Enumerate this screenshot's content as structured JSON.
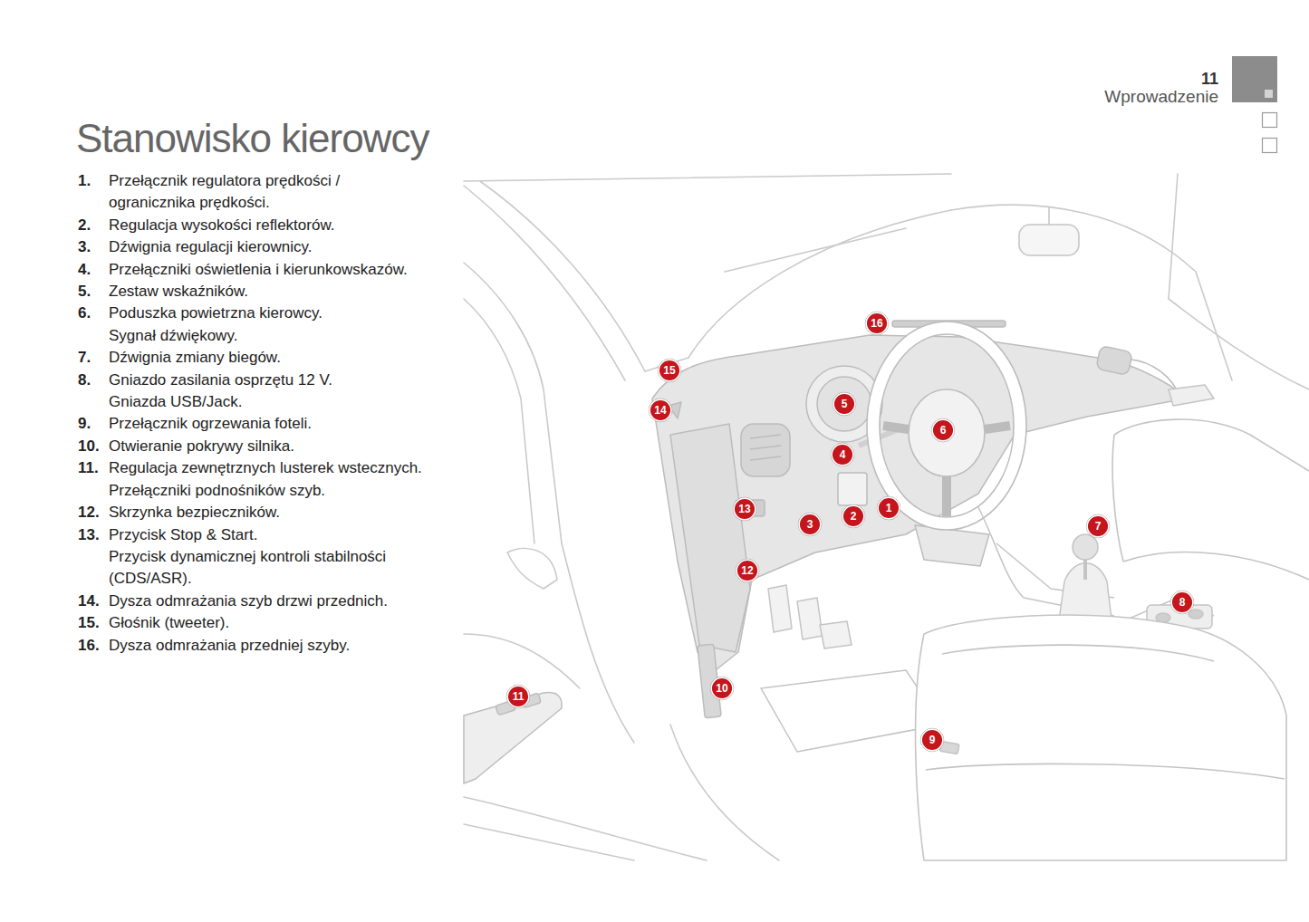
{
  "diagram": {
    "title": "Stanowisko kierowcy",
    "nodes": [
      {
        "text": [
          "1"
        ]
      },
      {
        "text": [
          "2"
        ]
      },
      {
        "text": [
          "3"
        ]
      },
      {
        "text": [
          "4"
        ]
      },
      {
        "text": [
          "5"
        ]
      },
      {
        "text": [
          "6"
        ]
      },
      {
        "text": [
          "7"
        ]
      },
      {
        "text": [
          "8"
        ]
      },
      {
        "text": [
          "9"
        ]
      },
      {
        "text": [
          "10"
        ]
      },
      {
        "text": [
          "11"
        ]
      },
      {
        "text": [
          "12"
        ]
      },
      {
        "text": [
          "13"
        ]
      },
      {
        "text": [
          "14"
        ]
      },
      {
        "text": [
          "15"
        ]
      },
      {
        "text": [
          "16"
        ]
      }
    ],
    "labels": [
      "11",
      "Wprowadzenie",
      "1.",
      "Przełącznik regulatora prędkości / ogranicznika prędkości.",
      "2.",
      "Regulacja wysokości reflektorów.",
      "3.",
      "Dźwignia regulacji kierownicy.",
      "4.",
      "Przełączniki oświetlenia i kierunkowskazów.",
      "5.",
      "Zestaw wskaźników.",
      "6.",
      "Poduszka powietrzna kierowcy.",
      "Sygnał dźwiękowy.",
      "7.",
      "Dźwignia zmiany biegów.",
      "8.",
      "Gniazdo zasilania osprzętu 12 V.",
      "Gniazda USB/Jack.",
      "9.",
      "Przełącznik ogrzewania foteli.",
      "10.",
      "Otwieranie pokrywy silnika.",
      "11.",
      "Regulacja zewnętrznych lusterek wstecznych.",
      "Przełączniki podnośników szyb.",
      "12.",
      "Skrzynka bezpieczników.",
      "13.",
      "Przycisk Stop & Start.",
      "Przycisk dynamicznej kontroli stabilności (CDS/ASR).",
      "14.",
      "Dysza odmrażania szyb drzwi przednich.",
      "15.",
      "Głośnik (tweeter).",
      "16.",
      "Dysza odmrażania przedniej szyby."
    ]
  }
}
